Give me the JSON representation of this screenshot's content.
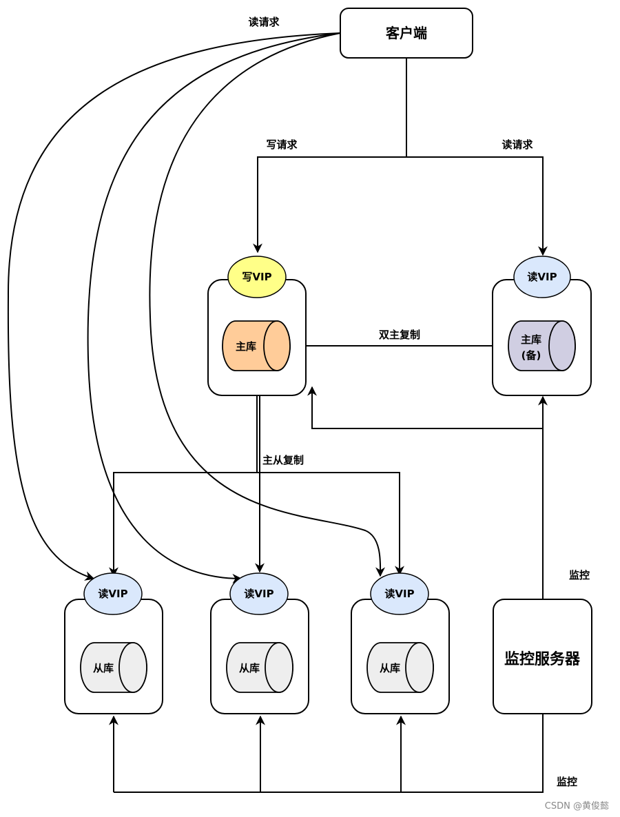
{
  "client": {
    "label": "客户端"
  },
  "requests": {
    "top_read": "读请求",
    "write": "写请求",
    "right_read": "读请求"
  },
  "write_vip": {
    "label": "写VIP",
    "color": "#ffff88"
  },
  "read_vip_label": "读VIP",
  "read_vip_color": "#dae8fc",
  "master": {
    "label": "主库",
    "color": "#ffcc99"
  },
  "standby_master": {
    "label_line1": "主库",
    "label_line2": "(备)",
    "color": "#d0cee2"
  },
  "slave": {
    "label": "从库",
    "color": "#eeeeee"
  },
  "replication": {
    "dual_master": "双主复制",
    "master_slave": "主从复制"
  },
  "monitor": {
    "server_label": "监控服务器",
    "edge_label_top": "监控",
    "edge_label_bottom": "监控"
  },
  "watermark": "CSDN @黄俊懿"
}
